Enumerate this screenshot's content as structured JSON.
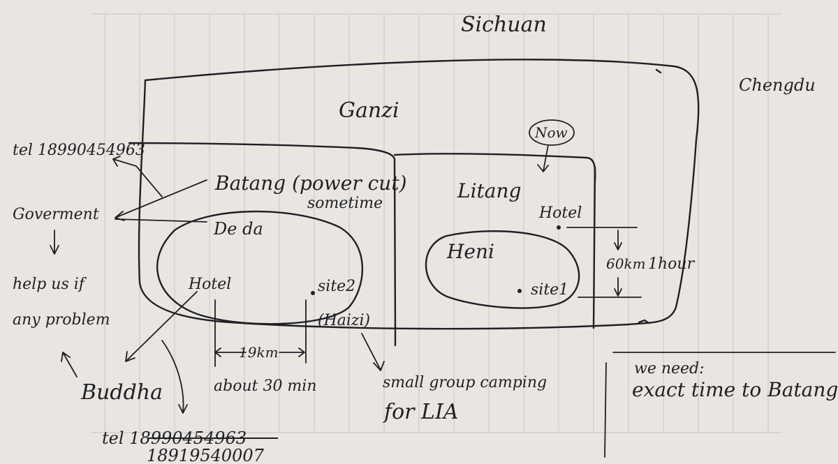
{
  "labels": {
    "sichuan": "Sichuan",
    "chengdu": "Chengdu",
    "ganzi": "Ganzi",
    "batang": "Batang (power cut)",
    "batang_note": "sometime",
    "deda": "De da",
    "litang": "Litang",
    "heni": "Heni",
    "now": "Now",
    "hotel_litang": "Hotel",
    "site1": "site1",
    "hotel_deda": "Hotel",
    "site2": "site2",
    "haizi": "(Haizi)",
    "dist_deda": "19km",
    "time_deda": "about 30 min",
    "dist_heni": "60km",
    "time_heni": "1hour",
    "camping_line1": "small group camping",
    "camping_line2": "for LIA",
    "tel_top": "tel 18990454963",
    "government": "Goverment",
    "help_line1": "help us if",
    "help_line2": "any problem",
    "buddha": "Buddha",
    "tel_bottom": "tel 18990454963",
    "tel_bottom_fixed": "18919540007",
    "need_title": "we need:",
    "need_body": "exact time to Batang"
  },
  "colors": {
    "paper": "#e9e6e2",
    "ink": "#1f1f24",
    "grid": "#cfcbc6"
  }
}
